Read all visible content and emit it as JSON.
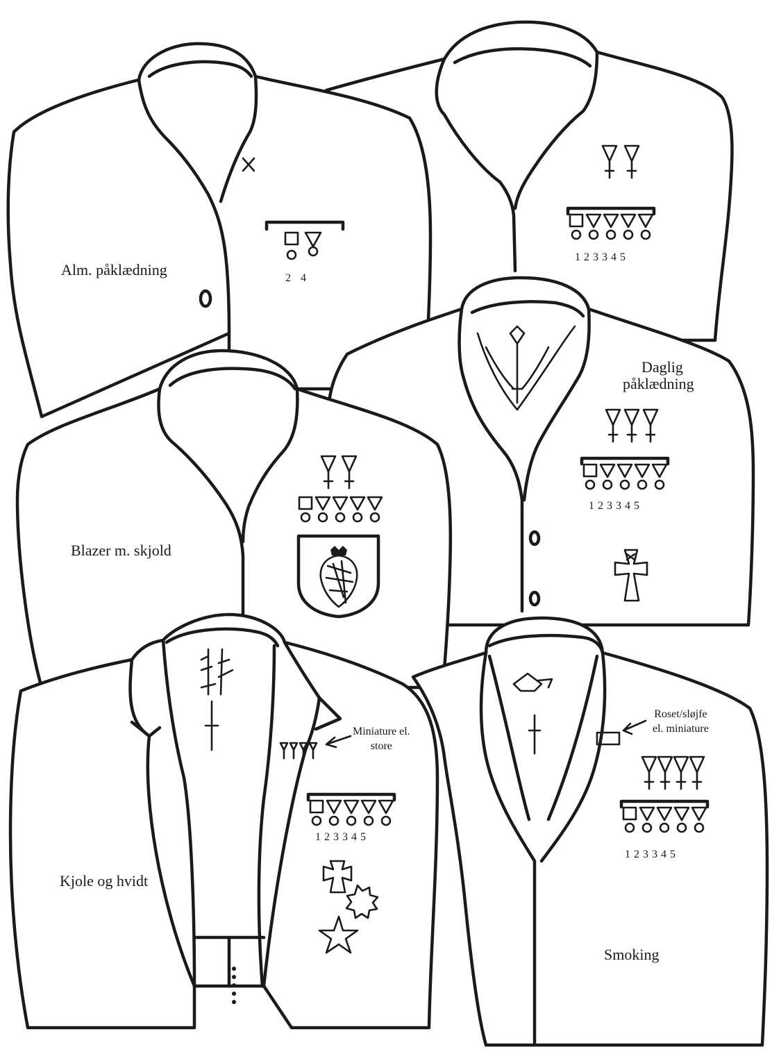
{
  "labels": {
    "alm": "Alm. påklædning",
    "daglig_1": "Daglig",
    "daglig_2": "påklædning",
    "blazer": "Blazer m. skjold",
    "kjole": "Kjole og hvidt",
    "smoking": "Smoking"
  },
  "annotations": {
    "miniature_1": "Miniature el.",
    "miniature_2": "store",
    "roset_1": "Roset/sløjfe",
    "roset_2": "el. miniature"
  },
  "medal_numbers": {
    "alm": "2   4",
    "standard": "1 2 3 3 4 5"
  },
  "icons": [
    "cross-mark-icon",
    "medal-icon",
    "miniature-medal-icon",
    "coat-of-arms-shield-icon",
    "order-cross-icon",
    "star-order-icon",
    "sun-order-icon"
  ]
}
